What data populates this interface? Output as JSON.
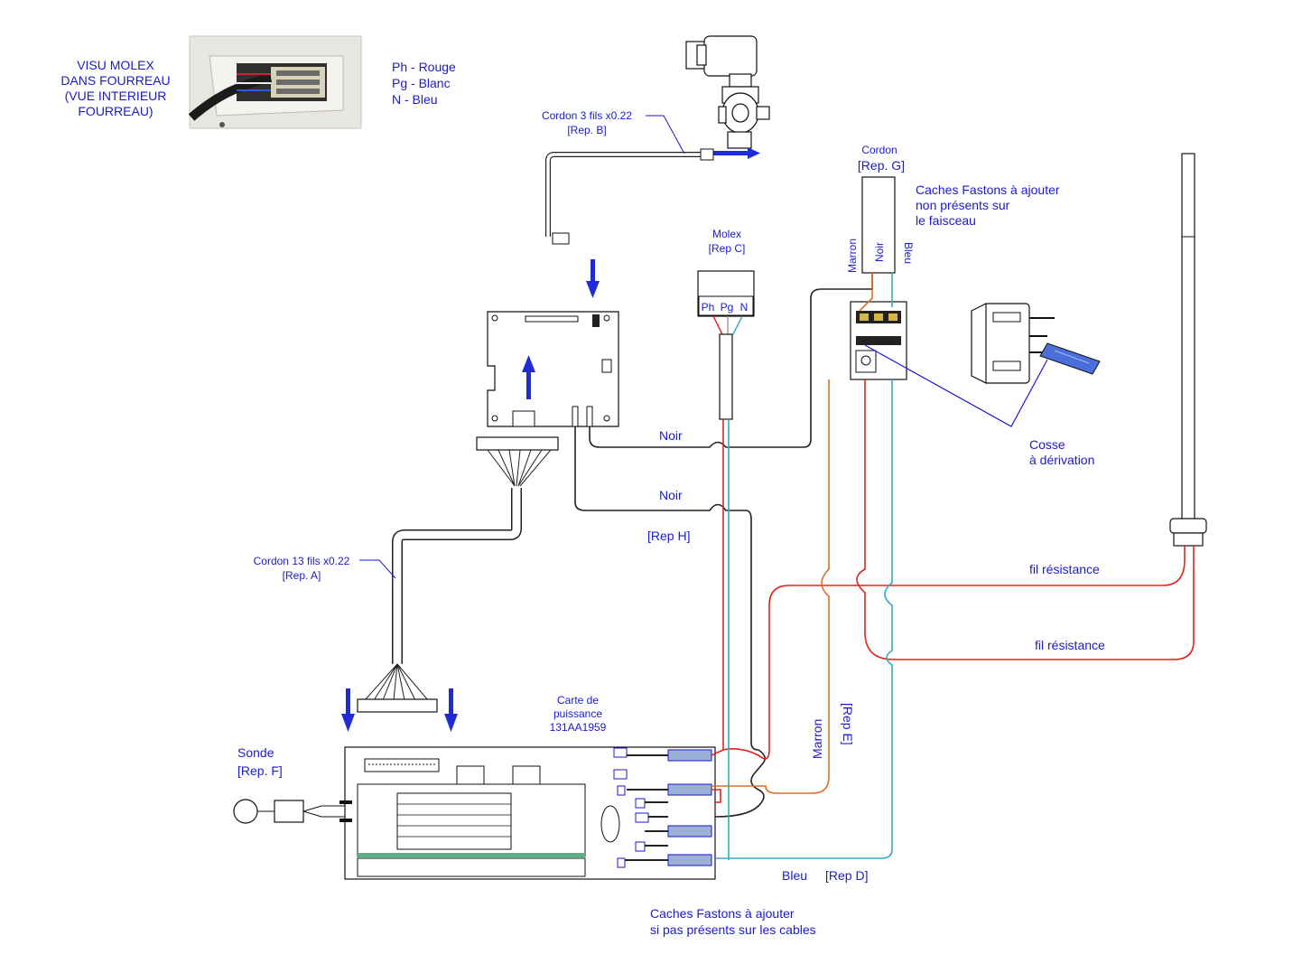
{
  "colors": {
    "label": "#1a1ad0",
    "wire_black": "#222222",
    "wire_red": "#e3231b",
    "wire_brown": "#d9702a",
    "wire_blue": "#3aa8c8",
    "arrow": "#1f2bd4"
  },
  "photo_note": {
    "line1": "VISU MOLEX",
    "line2": "DANS FOURREAU",
    "line3": "(VUE INTERIEUR",
    "line4": "FOURREAU)"
  },
  "color_legend": {
    "line1": "Ph - Rouge",
    "line2": "Pg - Blanc",
    "line3": "N - Bleu"
  },
  "cordon_b": {
    "line1": "Cordon 3 fils x0.22",
    "line2": "[Rep. B]"
  },
  "cordon_a": {
    "line1": "Cordon 13 fils x0.22",
    "line2": "[Rep. A]"
  },
  "molex": {
    "line1": "Molex",
    "line2": "[Rep C]",
    "pin_ph": "Ph",
    "pin_pg": "Pg",
    "pin_n": "N"
  },
  "cordon_g": {
    "line1": "Cordon",
    "line2": "[Rep. G]",
    "wire_marron": "Marron",
    "wire_noir": "Noir",
    "wire_bleu": "Bleu"
  },
  "caches_top": {
    "line1": "Caches Fastons à ajouter",
    "line2": "non présents sur",
    "line3": "le faisceau"
  },
  "cosse": {
    "line1": "Cosse",
    "line2": "à dérivation"
  },
  "wire_labels": {
    "noir_1": "Noir",
    "noir_2": "Noir",
    "rep_h": "[Rep H]",
    "fil_resistance_1": "fil résistance",
    "fil_resistance_2": "fil résistance",
    "marron": "Marron",
    "rep_e": "[Rep E]",
    "bleu": "Bleu",
    "rep_d": "[Rep D]"
  },
  "power_board": {
    "line1": "Carte de",
    "line2": "puissance",
    "line3": "131AA1959"
  },
  "sonde": {
    "line1": "Sonde",
    "line2": "[Rep. F]"
  },
  "caches_bottom": {
    "line1": "Caches Fastons à ajouter",
    "line2": "si pas présents sur les cables"
  }
}
